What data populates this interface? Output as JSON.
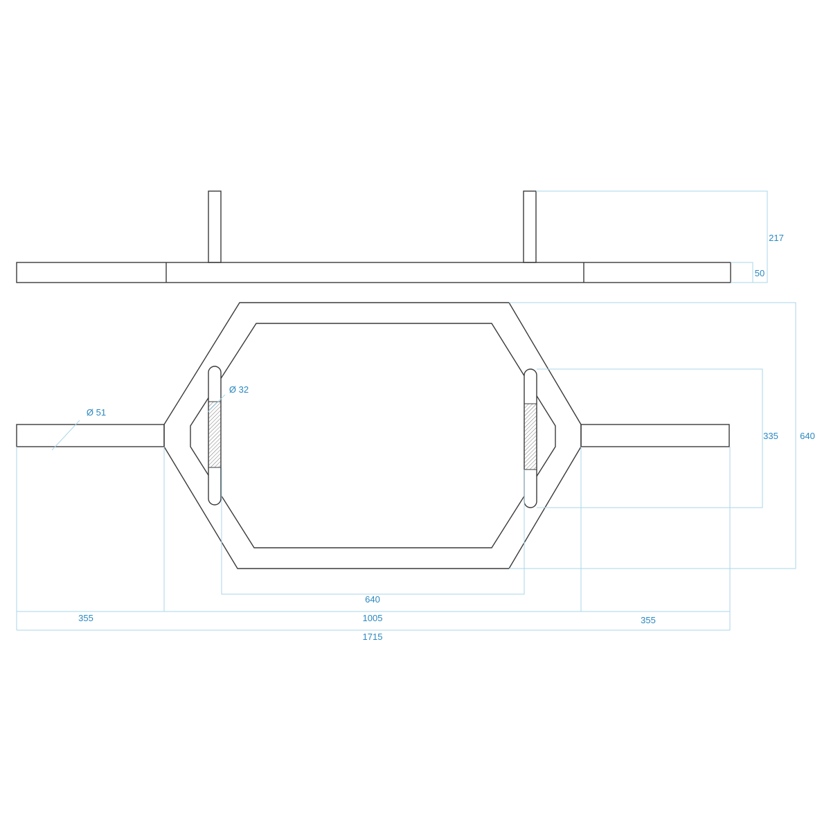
{
  "dimensions": {
    "upright_height": "217",
    "bar_thickness": "50",
    "sleeve_diameter": "Ø 51",
    "handle_diameter": "Ø 32",
    "handle_spacing_height": "335",
    "frame_depth": "640",
    "handle_spacing_width": "640",
    "sleeve_left": "355",
    "frame_width": "1005",
    "sleeve_right": "355",
    "total_length": "1715"
  },
  "colors": {
    "drawing": "#3a3a3a",
    "dimension_line": "#a8d6ea",
    "dimension_text": "#2a88c0"
  }
}
